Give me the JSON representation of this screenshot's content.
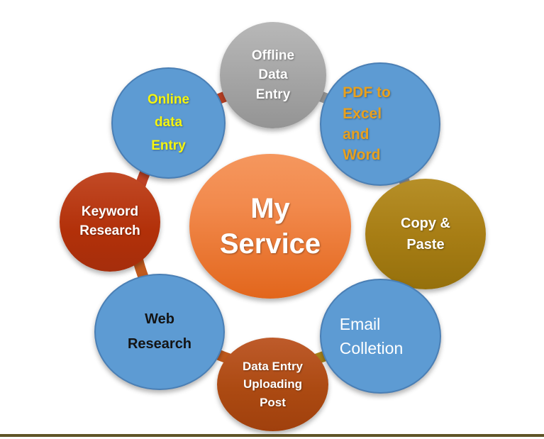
{
  "diagram_title": "My Service",
  "center": {
    "lines": [
      "My",
      "Service"
    ],
    "fill_top": "#F2914E",
    "fill_bottom": "#E2661C",
    "text_color": "#FFFFFF"
  },
  "nodes": {
    "offline": {
      "lines": [
        "Offline",
        "Data",
        "Entry"
      ],
      "fill_top": "#B8B8B8",
      "fill_bottom": "#949494",
      "text_color": "#FFFFFF"
    },
    "online": {
      "lines": [
        "Online",
        "data",
        "Entry"
      ],
      "fill": "#5D9BD3",
      "text_color": "#F5F50F"
    },
    "pdf": {
      "lines": [
        "PDF to",
        "Excel",
        "and",
        "Word"
      ],
      "fill": "#5D9BD3",
      "text_color": "#E8A01E"
    },
    "copy": {
      "lines": [
        "Copy &",
        "Paste"
      ],
      "fill_top": "#B68F28",
      "fill_bottom": "#95700C",
      "text_color": "#FFFFFF"
    },
    "keyword": {
      "lines": [
        "Keyword",
        "Research"
      ],
      "fill_top": "#C24A26",
      "fill_bottom": "#A52E0C",
      "text_color": "#FFFFFF"
    },
    "email": {
      "lines": [
        "Email",
        "Colletion"
      ],
      "fill": "#5D9BD3",
      "text_color": "#FFFFFF"
    },
    "web": {
      "lines": [
        "Web",
        "Research"
      ],
      "fill": "#5D9BD3",
      "text_color": "#141414"
    },
    "post": {
      "lines": [
        "Data Entry",
        "Uploading",
        "Post"
      ],
      "fill_top": "#BE5B2B",
      "fill_bottom": "#A0400D",
      "text_color": "#FFFFFF"
    }
  },
  "ring_colors": {
    "gray": "#9E9E9E",
    "olive": "#A98419",
    "rust": "#C05A1E",
    "red": "#BF4326"
  },
  "footer_rule_color": "#5F5426"
}
